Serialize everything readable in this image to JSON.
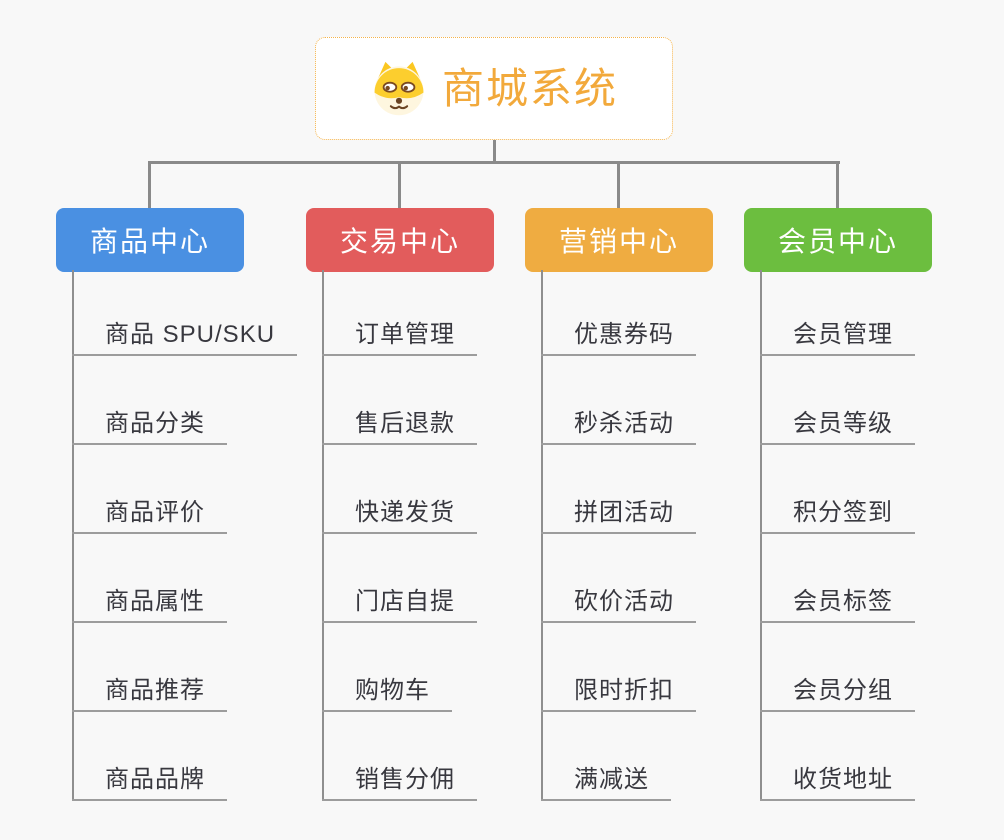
{
  "page": {
    "background": "#f8f8f8"
  },
  "root": {
    "title": "商城系统",
    "icon": "dog-face-icon",
    "text_color": "#F2A93B",
    "border_color": "#F5B44C"
  },
  "colors": {
    "connector": "#8a8a8a",
    "item_underline": "#9c9c9c",
    "item_text": "#38383f"
  },
  "branches": [
    {
      "label": "商品中心",
      "color": "#4A90E2",
      "items": [
        "商品 SPU/SKU",
        "商品分类",
        "商品评价",
        "商品属性",
        "商品推荐",
        "商品品牌"
      ]
    },
    {
      "label": "交易中心",
      "color": "#E25C5C",
      "items": [
        "订单管理",
        "售后退款",
        "快递发货",
        "门店自提",
        "购物车",
        "销售分佣"
      ]
    },
    {
      "label": "营销中心",
      "color": "#EFAC41",
      "items": [
        "优惠券码",
        "秒杀活动",
        "拼团活动",
        "砍价活动",
        "限时折扣",
        "满减送"
      ]
    },
    {
      "label": "会员中心",
      "color": "#6CBE3F",
      "items": [
        "会员管理",
        "会员等级",
        "积分签到",
        "会员标签",
        "会员分组",
        "收货地址"
      ]
    }
  ]
}
